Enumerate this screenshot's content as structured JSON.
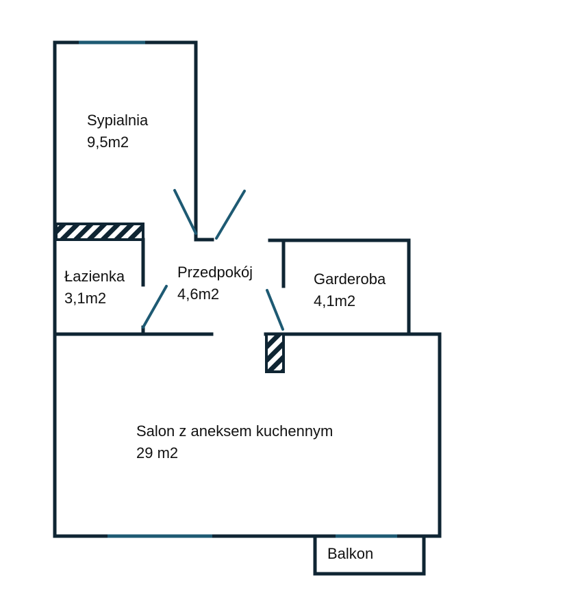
{
  "colors": {
    "wall": "#0f2533",
    "window": "#1e5a73",
    "door": "#1e5a73",
    "background": "#ffffff"
  },
  "rooms": {
    "sypialnia": {
      "name": "Sypialnia",
      "area": "9,5m2"
    },
    "lazienka": {
      "name": "Łazienka",
      "area": "3,1m2"
    },
    "przedpokoj": {
      "name": "Przedpokój",
      "area": "4,6m2"
    },
    "garderoba": {
      "name": "Garderoba",
      "area": "4,1m2"
    },
    "salon": {
      "name": "Salon z aneksem kuchennym",
      "area": "29 m2"
    },
    "balkon": {
      "name": "Balkon"
    }
  }
}
